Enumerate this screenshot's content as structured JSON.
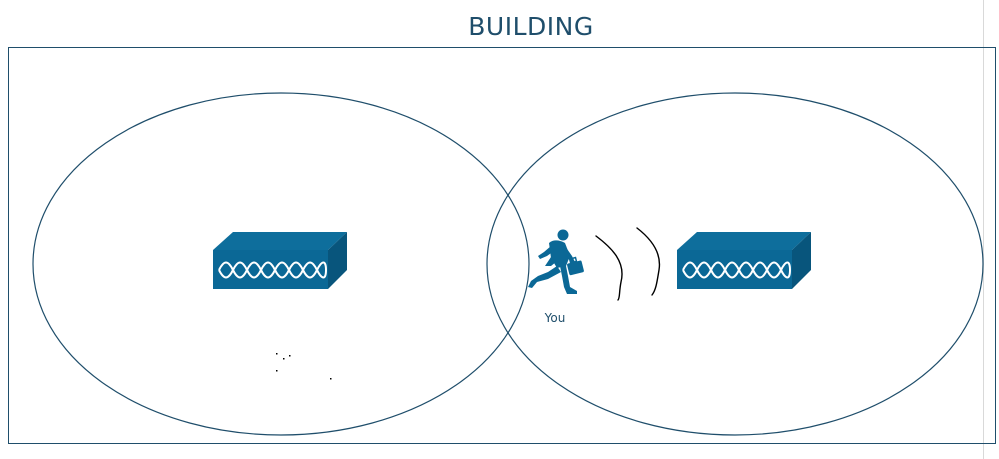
{
  "diagram": {
    "title": "BUILDING",
    "person_label": "You",
    "colors": {
      "outline": "#1f4e6b",
      "device_front": "#0b6896",
      "device_top": "#0e6e9c",
      "device_side": "#08557c",
      "wave_stroke": "#000000",
      "page_edge": "#d9d9d9"
    },
    "nodes": [
      {
        "id": "access-point-left",
        "icon": "wireless-access-point-icon"
      },
      {
        "id": "access-point-right",
        "icon": "wireless-access-point-icon"
      },
      {
        "id": "user",
        "icon": "running-person-with-briefcase-icon"
      }
    ],
    "coverage_areas": [
      {
        "id": "coverage-area-left",
        "contains": "access-point-left"
      },
      {
        "id": "coverage-area-right",
        "contains": "access-point-right"
      }
    ]
  }
}
